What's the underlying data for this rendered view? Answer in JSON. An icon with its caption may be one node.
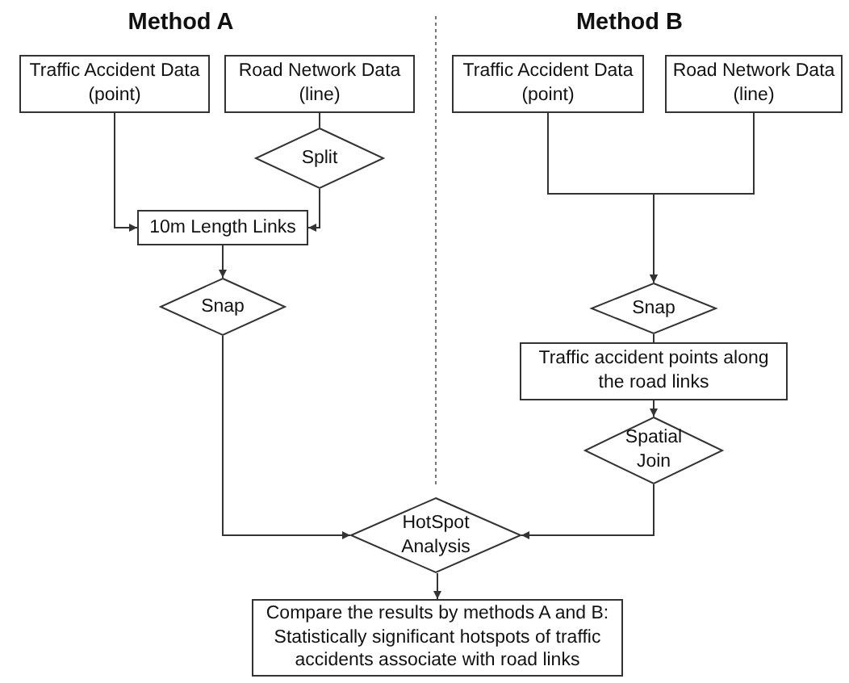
{
  "diagram": {
    "nodes": [
      {
        "text": [
          "Traffic Accident Data (point)"
        ]
      },
      {
        "text": [
          "Road Network Data (line)"
        ]
      },
      {
        "text": [
          "Split"
        ]
      },
      {
        "text": [
          "10m Length Links"
        ]
      },
      {
        "text": [
          "Snap"
        ]
      },
      {
        "text": [
          "Traffic Accident Data (point)"
        ]
      },
      {
        "text": [
          "Road Network Data (line)"
        ]
      },
      {
        "text": [
          "Snap"
        ]
      },
      {
        "text": [
          "Traffic accident points along the road links"
        ]
      },
      {
        "text": [
          "Spatial Join"
        ]
      },
      {
        "text": [
          "HotSpot Analysis"
        ]
      },
      {
        "text": [
          "Compare the results by methods A and B: Statistically significant hotspots of traffic accidents associate with road links"
        ]
      }
    ],
    "edges": [
      {
        "from": 0,
        "to": 3,
        "arrow": "to"
      },
      {
        "from": 1,
        "to": 2,
        "arrow": "none"
      },
      {
        "from": 2,
        "to": 3,
        "arrow": "to"
      },
      {
        "from": 3,
        "to": 4,
        "arrow": "to"
      },
      {
        "from": 4,
        "to": 10,
        "arrow": "to"
      },
      {
        "from": 5,
        "to": 7,
        "arrow": "to"
      },
      {
        "from": 6,
        "to": 7,
        "arrow": "to"
      },
      {
        "from": 7,
        "to": 8,
        "arrow": "none"
      },
      {
        "from": 8,
        "to": 9,
        "arrow": "to"
      },
      {
        "from": 9,
        "to": 10,
        "arrow": "to"
      },
      {
        "from": 10,
        "to": 11,
        "arrow": "to"
      }
    ],
    "labels": [
      "Method A",
      "Method B"
    ]
  }
}
